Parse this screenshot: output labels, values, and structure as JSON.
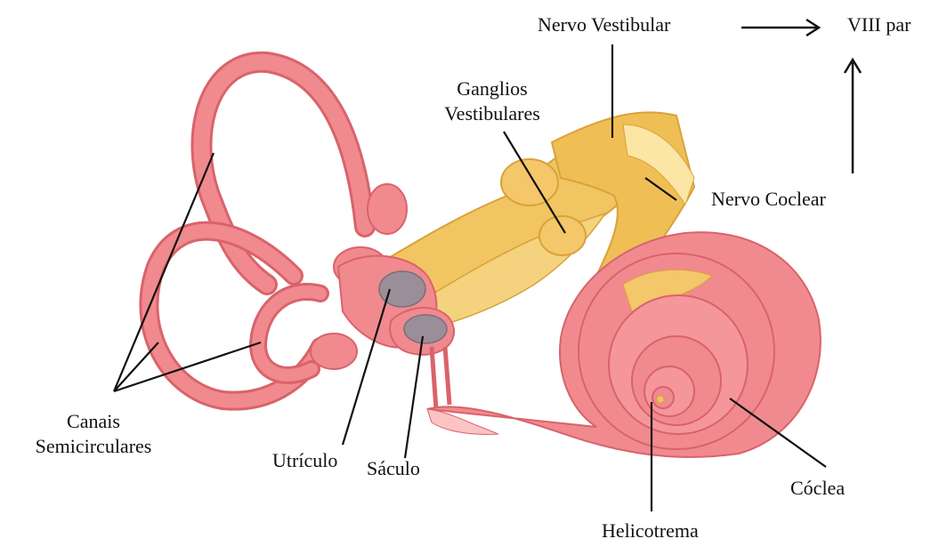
{
  "colors": {
    "membrane": "#f08a8f",
    "membrane_dark": "#d9636b",
    "membrane_light": "#fbc3c3",
    "nerve": "#f1c561",
    "nerve_dark": "#d9a23a",
    "nerve_light": "#fbe6a6",
    "macula": "#9a8f98",
    "line": "#111111"
  },
  "labels": {
    "nervo_vestibular": "Nervo Vestibular",
    "viii_par": "VIII par",
    "ganglios_line1": "Ganglios",
    "ganglios_line2": "Vestibulares",
    "nervo_coclear": "Nervo Coclear",
    "canais_line1": "Canais",
    "canais_line2": "Semicirculares",
    "utriculo": "Utrículo",
    "saculo": "Sáculo",
    "coclea": "Cóclea",
    "helicotrema": "Helicotrema"
  }
}
